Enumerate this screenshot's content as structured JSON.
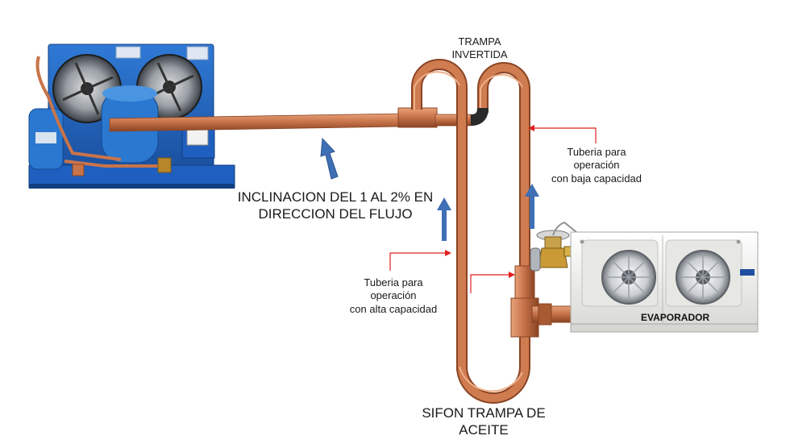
{
  "labels": {
    "inverted_trap_line1": "TRAMPA",
    "inverted_trap_line2": "INVERTIDA",
    "slope_line1": "INCLINACION DEL 1 AL 2% EN",
    "slope_line2": "DIRECCION DEL FLUJO",
    "low_capacity_line1": "Tuberia para",
    "low_capacity_line2": "operación",
    "low_capacity_line3": "con baja capacidad",
    "high_capacity_line1": "Tuberia para",
    "high_capacity_line2": "operación",
    "high_capacity_line3": "con alta capacidad",
    "oil_trap_line1": "SIFON TRAMPA DE",
    "oil_trap_line2": "ACEITE",
    "evaporator": "EVAPORADOR"
  },
  "colors": {
    "copper": "#c8744a",
    "copper_dark": "#8a4424",
    "unit_blue": "#1f5fbf",
    "flow_arrow": "#3f6fb5",
    "callout_red": "#e02020",
    "evaporator_body": "#f1f1ef"
  },
  "icons": [
    "condensing-unit",
    "fan-icon",
    "compressor-icon",
    "expansion-valve",
    "evaporator-fan-icon",
    "flow-arrow-icon"
  ]
}
